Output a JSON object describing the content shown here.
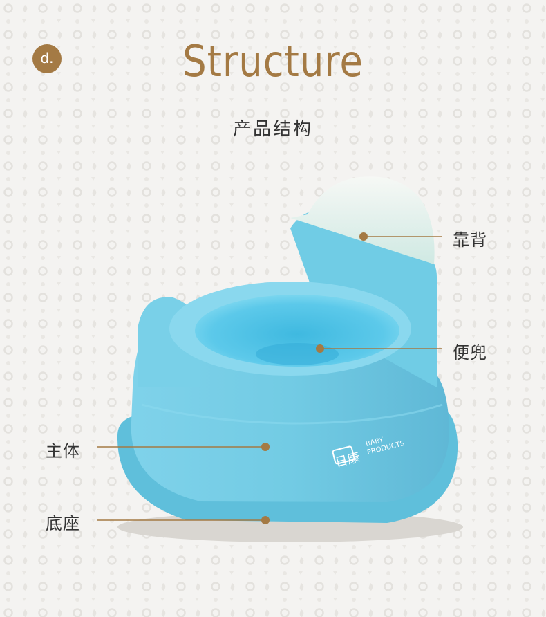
{
  "section_badge": "d.",
  "title": "Structure",
  "subtitle": "产品结构",
  "brand": {
    "name": "日康",
    "tagline_line1": "BABY",
    "tagline_line2": "PRODUCTS"
  },
  "parts": {
    "backrest": "靠背",
    "bowl": "便兜",
    "body": "主体",
    "base": "底座"
  },
  "colors": {
    "accent": "#a47a44",
    "product_blue": "#6cc7e0",
    "background": "#f4f3f1"
  }
}
